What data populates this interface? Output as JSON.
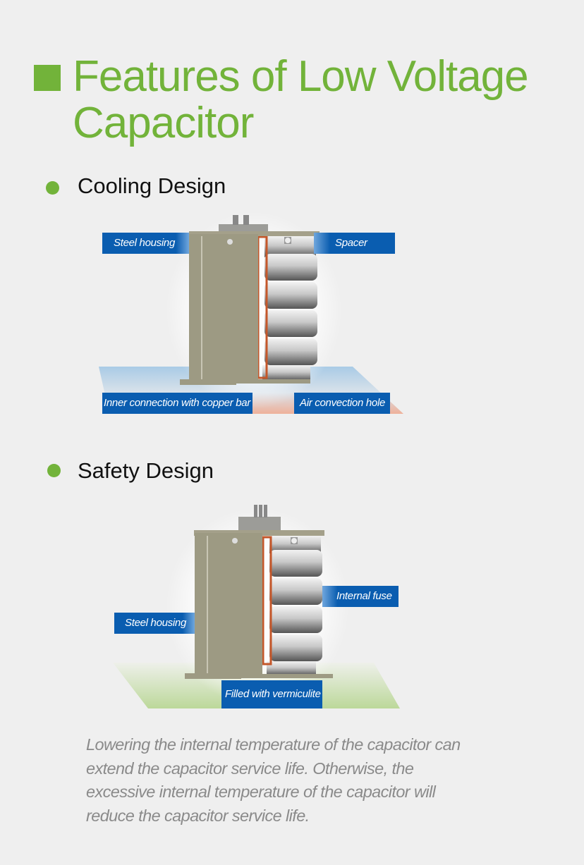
{
  "title": "Features of Low Voltage Capacitor",
  "sections": [
    {
      "heading": "Cooling Design",
      "labels": {
        "steel_housing": "Steel housing",
        "spacer": "Spacer",
        "copper_bar": "Inner connection with copper bar",
        "air_hole": "Air convection hole"
      }
    },
    {
      "heading": "Safety Design",
      "labels": {
        "internal_fuse": "Internal fuse",
        "steel_housing": "Steel housing",
        "vermiculite": "Filled with vermiculite"
      }
    }
  ],
  "description": "Lowering the internal temperature of the capacitor can extend the capacitor service life. Otherwise, the excessive internal temperature of the capacitor will reduce the capacitor service life.",
  "colors": {
    "accent": "#72b33a",
    "label_bg": "#0a5db0",
    "text_gray": "#8a8a8a"
  }
}
